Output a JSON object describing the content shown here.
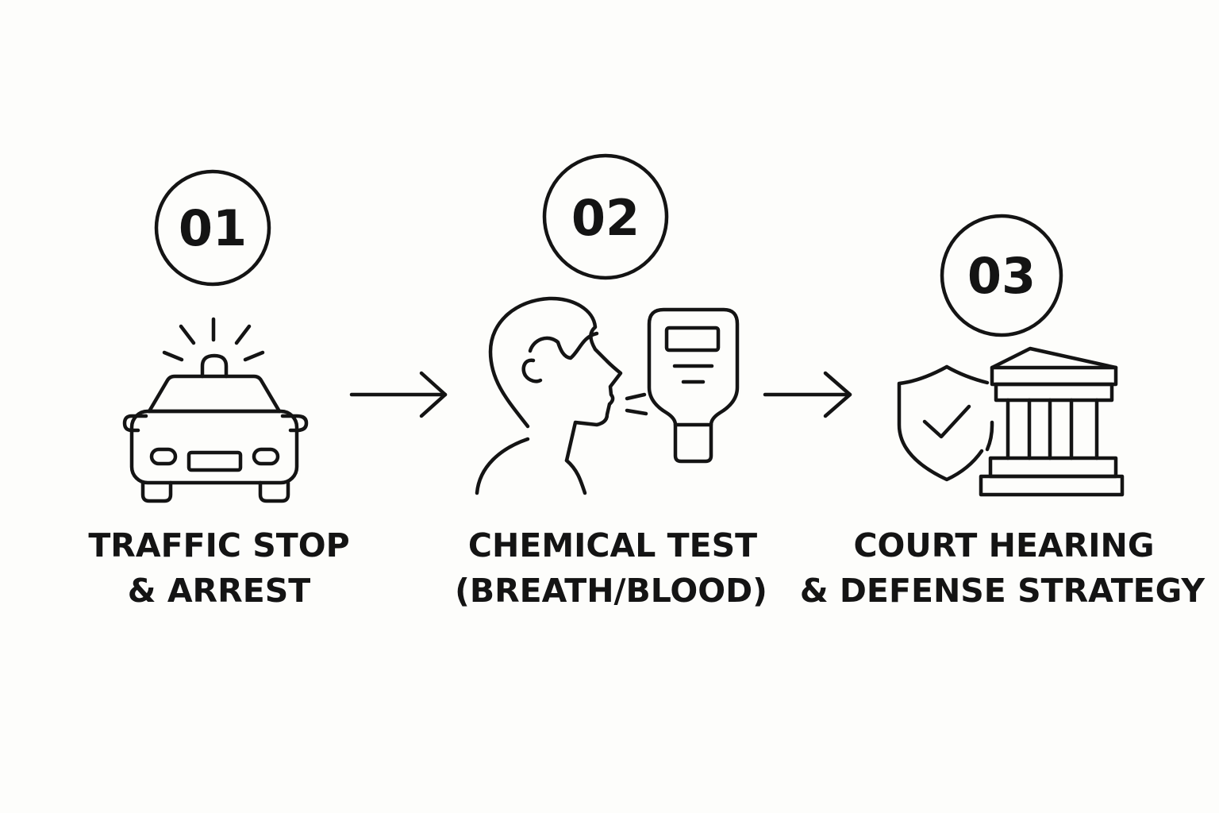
{
  "steps": [
    {
      "number": "01",
      "title_line1": "TRAFFIC STOP",
      "title_line2": "& ARREST",
      "icon": "police-car-icon"
    },
    {
      "number": "02",
      "title_line1": "CHEMICAL TEST",
      "title_line2": "(BREATH/BLOOD)",
      "icon": "breathalyzer-icon"
    },
    {
      "number": "03",
      "title_line1": "COURT HEARING",
      "title_line2": "& DEFENSE STRATEGY",
      "icon": "courthouse-shield-icon"
    }
  ],
  "colors": {
    "ink": "#141414",
    "background": "#fdfdfb"
  }
}
